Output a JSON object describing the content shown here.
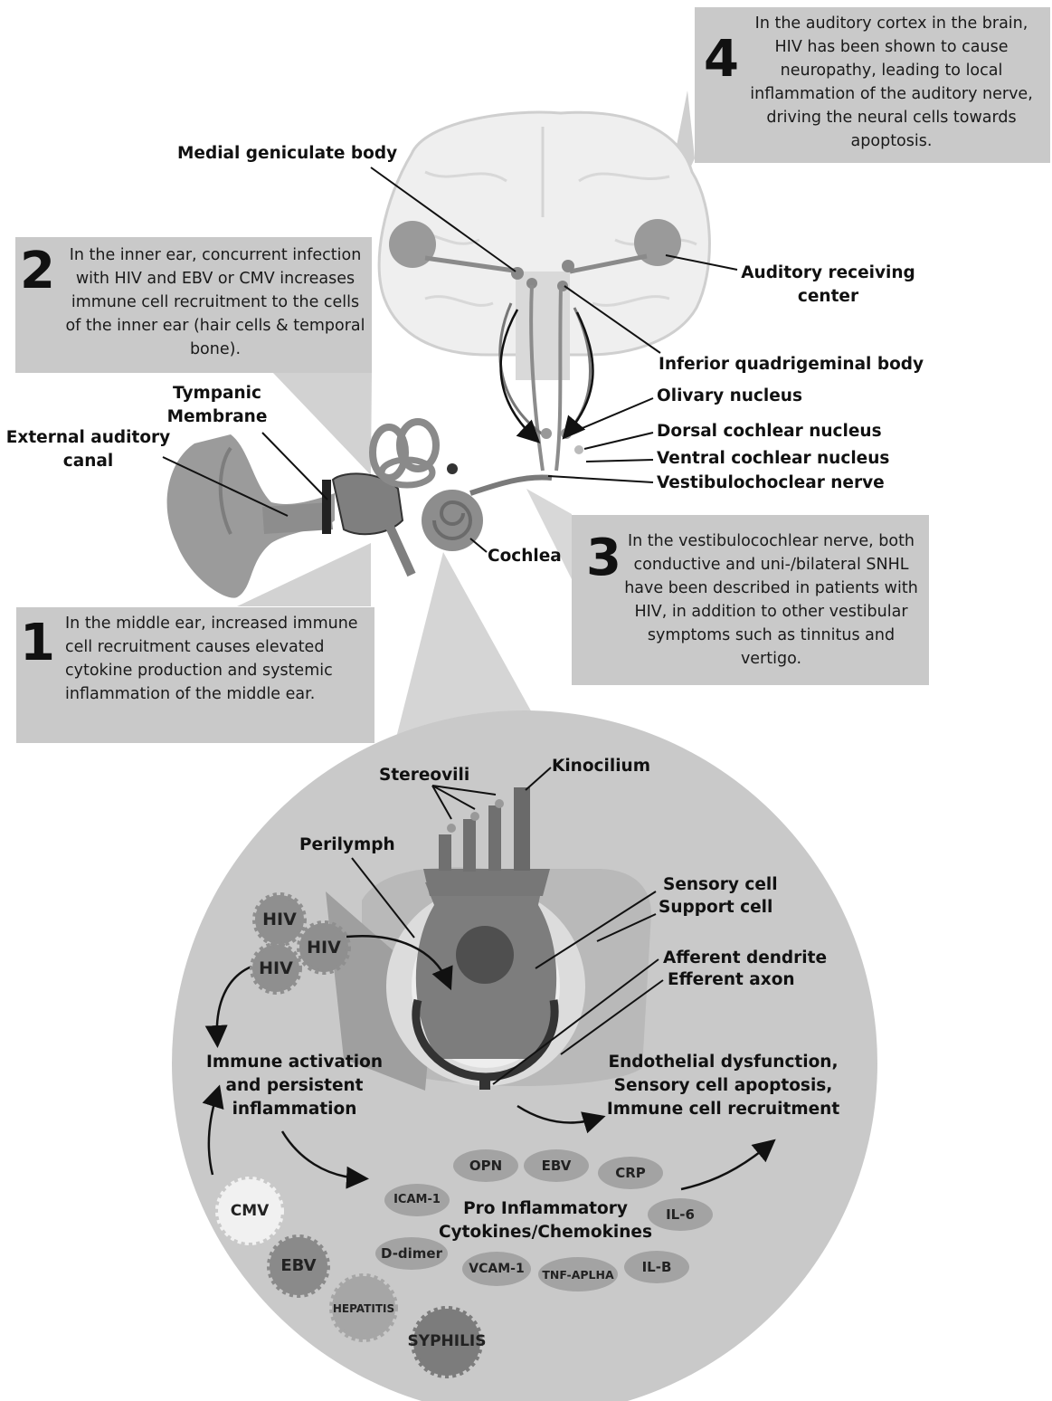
{
  "boxes": {
    "box1": {
      "number": "1",
      "text": "In the middle ear, increased immune cell recruitment causes elevated cytokine production and systemic inflammation of the middle ear."
    },
    "box2": {
      "number": "2",
      "text": "In the inner ear, concurrent infection with HIV and EBV or CMV increases immune cell recruitment to the cells of the inner ear (hair cells & temporal bone)."
    },
    "box3": {
      "number": "3",
      "text": "In the vestibulocochlear nerve, both conductive and uni-/bilateral SNHL have been described in patients with HIV, in addition to other vestibular symptoms such as tinnitus and vertigo."
    },
    "box4": {
      "number": "4",
      "text": "In the auditory cortex in the brain, HIV has been shown to cause neuropathy, leading to local inflammation of the auditory nerve, driving the neural cells towards apoptosis."
    }
  },
  "labels": {
    "medial_geniculate": "Medial geniculate body",
    "auditory_receiving_1": "Auditory receiving",
    "auditory_receiving_2": "center",
    "inferior_quadrigeminal": "Inferior quadrigeminal body",
    "olivary": "Olivary nucleus",
    "dorsal_cochlear": "Dorsal cochlear nucleus",
    "ventral_cochlear": "Ventral cochlear nucleus",
    "vestibulocochlear": "Vestibulochoclear nerve",
    "tympanic_1": "Tympanic",
    "tympanic_2": "Membrane",
    "external_canal_1": "External auditory",
    "external_canal_2": "canal",
    "cochlea": "Cochlea",
    "stereovili": "Stereovili",
    "kinocilium": "Kinocilium",
    "perilymph": "Perilymph",
    "sensory_cell": "Sensory cell",
    "support_cell": "Support cell",
    "afferent": "Afferent dendrite",
    "efferent": "Efferent axon",
    "immune_1": "Immune activation",
    "immune_2": "and persistent",
    "immune_3": "inflammation",
    "endo_1": "Endothelial dysfunction,",
    "endo_2": "Sensory cell apoptosis,",
    "endo_3": "Immune cell recruitment",
    "pro_1": "Pro Inflammatory",
    "pro_2": "Cytokines/Chemokines"
  },
  "viruses": {
    "hiv_a": "HIV",
    "hiv_b": "HIV",
    "hiv_c": "HIV",
    "cmv": "CMV",
    "ebv": "EBV",
    "hepatitis": "HEPATITIS",
    "syphilis": "SYPHILIS"
  },
  "markers": {
    "opn": "OPN",
    "ebv": "EBV",
    "crp": "CRP",
    "icam": "ICAM-1",
    "il6": "IL-6",
    "ddimer": "D-dimer",
    "vcam": "VCAM-1",
    "tnf": "TNF-APLHA",
    "ilb": "IL-B"
  }
}
